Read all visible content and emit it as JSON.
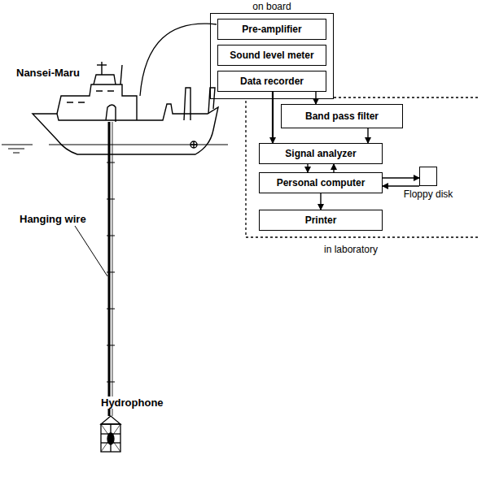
{
  "diagram": {
    "nodes": [
      {
        "text": [
          "on board"
        ]
      },
      {
        "text": [
          "Pre-amplifier"
        ],
        "in": 0
      },
      {
        "text": [
          "Sound level meter"
        ],
        "in": 0
      },
      {
        "text": [
          "Data recorder"
        ],
        "in": 0
      },
      {
        "text": [
          "Band pass filter"
        ]
      },
      {
        "text": [
          "Signal analyzer"
        ]
      },
      {
        "text": [
          "Personal computer"
        ]
      },
      {
        "text": [
          "Floppy disk"
        ]
      },
      {
        "text": [
          "Printer"
        ]
      }
    ],
    "edges": [
      {
        "from": 3,
        "to": 5,
        "arrow": "to"
      },
      {
        "from": 3,
        "to": 4,
        "arrow": "to"
      },
      {
        "from": 4,
        "to": 5,
        "arrow": "to"
      },
      {
        "from": 5,
        "to": 6,
        "arrow": "to"
      },
      {
        "from": 6,
        "to": 5,
        "arrow": "to"
      },
      {
        "from": 6,
        "to": 7,
        "arrow": "to"
      },
      {
        "from": 7,
        "to": 6,
        "arrow": "to"
      },
      {
        "from": 6,
        "to": 8,
        "arrow": "to"
      }
    ],
    "labels": [
      "Nansei-Maru",
      "Hanging wire",
      "Hydrophone",
      "in laboratory"
    ]
  }
}
